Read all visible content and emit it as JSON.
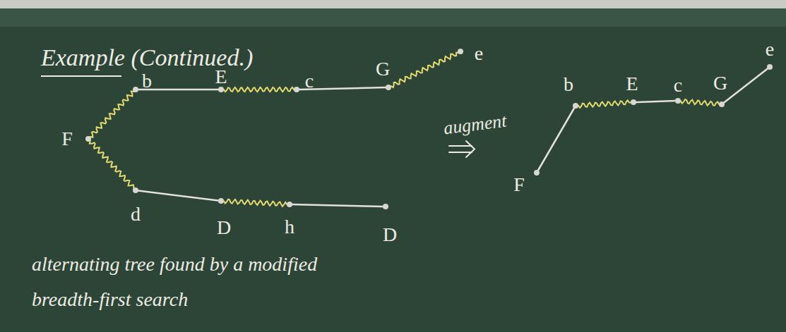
{
  "diagram": {
    "title": "Example (Continued.)",
    "caption": "alternating tree found by a modified breadth-first search",
    "nodes": [
      {
        "text": [
          "F"
        ]
      },
      {
        "text": [
          "b"
        ]
      },
      {
        "text": [
          "E"
        ]
      },
      {
        "text": [
          "c"
        ]
      },
      {
        "text": [
          "G"
        ]
      },
      {
        "text": [
          "e"
        ]
      },
      {
        "text": [
          "d"
        ]
      },
      {
        "text": [
          "D"
        ]
      },
      {
        "text": [
          "h"
        ]
      },
      {
        "text": [
          "D"
        ]
      },
      {
        "text": [
          "F"
        ]
      },
      {
        "text": [
          "b"
        ]
      },
      {
        "text": [
          "E"
        ]
      },
      {
        "text": [
          "c"
        ]
      },
      {
        "text": [
          "G"
        ]
      },
      {
        "text": [
          "e"
        ]
      }
    ],
    "edges": [
      {
        "from": 0,
        "to": 1,
        "arrow": "none"
      },
      {
        "from": 1,
        "to": 2,
        "arrow": "none"
      },
      {
        "from": 2,
        "to": 3,
        "arrow": "none"
      },
      {
        "from": 3,
        "to": 4,
        "arrow": "none"
      },
      {
        "from": 4,
        "to": 5,
        "arrow": "none"
      },
      {
        "from": 0,
        "to": 6,
        "arrow": "none"
      },
      {
        "from": 6,
        "to": 7,
        "arrow": "none"
      },
      {
        "from": 7,
        "to": 8,
        "arrow": "none"
      },
      {
        "from": 8,
        "to": 9,
        "arrow": "none"
      },
      {
        "from": 10,
        "to": 11,
        "arrow": "none"
      },
      {
        "from": 11,
        "to": 12,
        "arrow": "none"
      },
      {
        "from": 12,
        "to": 13,
        "arrow": "none"
      },
      {
        "from": 13,
        "to": 14,
        "arrow": "none"
      },
      {
        "from": 14,
        "to": 15,
        "arrow": "none"
      }
    ],
    "labels": [
      "augment"
    ]
  }
}
